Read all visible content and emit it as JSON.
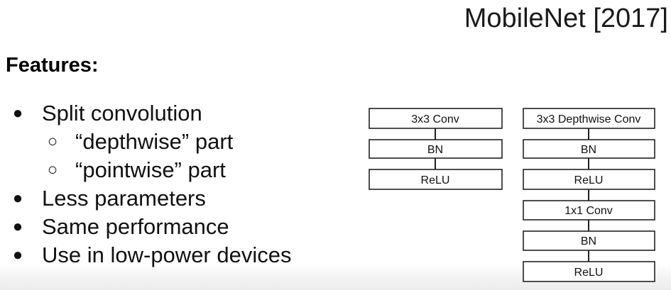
{
  "slide": {
    "title": "MobileNet [2017]",
    "features_heading": "Features:"
  },
  "features": [
    {
      "marker": "●",
      "text": "Split convolution",
      "level": 1
    },
    {
      "marker": "○",
      "text": "“depthwise” part",
      "level": 2
    },
    {
      "marker": "○",
      "text": "“pointwise” part",
      "level": 2
    },
    {
      "marker": "●",
      "text": "Less parameters",
      "level": 1
    },
    {
      "marker": "●",
      "text": "Same performance",
      "level": 1
    },
    {
      "marker": "●",
      "text": "Use in low-power devices",
      "level": 1
    }
  ],
  "diagram": {
    "standard_block": [
      "3x3 Conv",
      "BN",
      "ReLU"
    ],
    "depthwise_separable_block": [
      "3x3 Depthwise Conv",
      "BN",
      "ReLU",
      "1x1 Conv",
      "BN",
      "ReLU"
    ]
  }
}
